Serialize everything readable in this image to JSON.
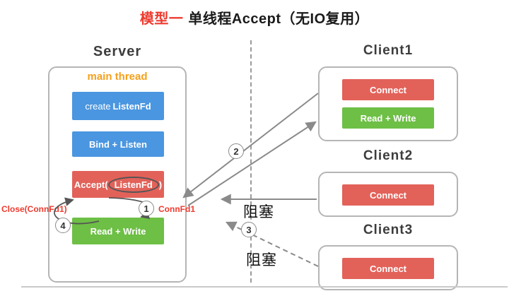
{
  "title": {
    "highlight": "模型一",
    "text": "单线程Accept（无IO复用）"
  },
  "server": {
    "label": "Server",
    "thread_label": "main thread",
    "steps": {
      "create": {
        "prefix": "create",
        "bold": "ListenFd"
      },
      "bind": {
        "label": "Bind + Listen"
      },
      "accept": {
        "prefix": "Accept(",
        "oval": "ListenFd",
        "suffix": ")"
      },
      "readwrite": {
        "label": "Read + Write"
      }
    },
    "close_label": "Close(ConnFd1)",
    "connfd_label": "ConnFd1"
  },
  "clients": [
    {
      "label": "Client1",
      "buttons": [
        {
          "label": "Connect"
        },
        {
          "label": "Read + Write"
        }
      ]
    },
    {
      "label": "Client2",
      "buttons": [
        {
          "label": "Connect"
        }
      ]
    },
    {
      "label": "Client3",
      "buttons": [
        {
          "label": "Connect"
        }
      ]
    }
  ],
  "annotations": {
    "step1": "1",
    "step2": "2",
    "step3": "3",
    "step4": "4",
    "block_client2": "阻塞",
    "block_client3": "阻塞"
  },
  "colors": {
    "blue_box": "#4a96e0",
    "red_box": "#e2625a",
    "green_box": "#6dbf45",
    "orange_thread": "#f5a01c",
    "title_red": "#ed3b2f",
    "arrow_gray": "#8a8a8a"
  }
}
